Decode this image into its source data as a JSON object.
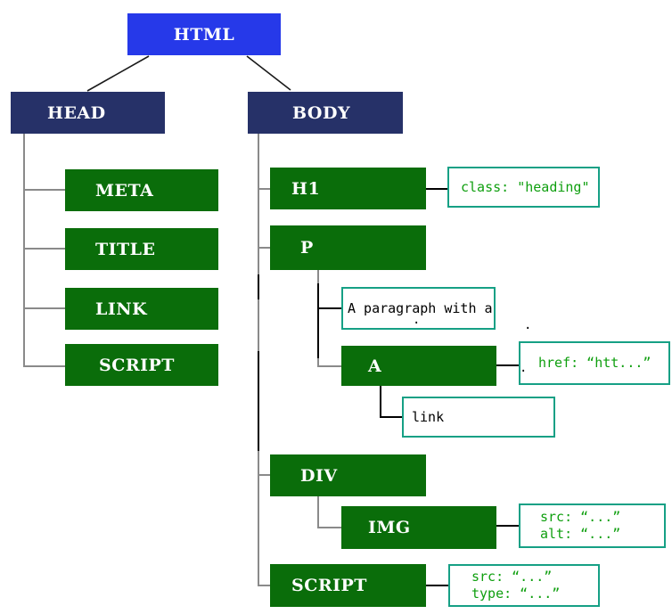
{
  "palette": {
    "root_blue": "#2639e9",
    "branch_navy": "#263168",
    "element_green": "#0a6d0a",
    "annotation_border_teal": "#16a085",
    "annotation_text_green": "#0f9f0f",
    "node_text_white": "#ffffff",
    "text_node_black": "#000000",
    "connector_gray": "#8a8a8a",
    "connector_black": "#000000"
  },
  "nodes": {
    "html": {
      "label": "HTML"
    },
    "head": {
      "label": "HEAD"
    },
    "body": {
      "label": "BODY"
    },
    "meta": {
      "label": "META"
    },
    "title": {
      "label": "TITLE"
    },
    "link": {
      "label": "LINK"
    },
    "script_head": {
      "label": "SCRIPT"
    },
    "h1": {
      "label": "H1"
    },
    "p": {
      "label": "P"
    },
    "a": {
      "label": "A"
    },
    "div": {
      "label": "DIV"
    },
    "img": {
      "label": "IMG"
    },
    "script_body": {
      "label": "SCRIPT"
    }
  },
  "text_nodes": {
    "p_text": {
      "text": "A paragraph with a",
      "wrap_dot": "."
    },
    "a_text": {
      "text": "link"
    }
  },
  "annotations": {
    "h1_attr": {
      "line1": "class: \"heading\""
    },
    "a_attr": {
      "line1": "href: “htt...”",
      "dot_above": ".",
      "dot_below": "."
    },
    "img_attr": {
      "line1": "src: “...”",
      "line2": "alt: “...”"
    },
    "script_attr": {
      "line1": "src: “...”",
      "line2": "type: “...”"
    }
  }
}
